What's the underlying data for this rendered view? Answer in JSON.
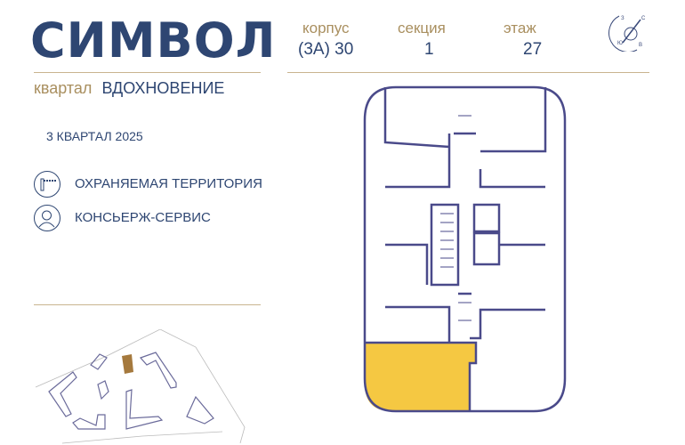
{
  "brand": {
    "logo": "СИМВОЛ",
    "district_prefix": "квартал",
    "district_name": "ВДОХНОВЕНИЕ"
  },
  "completion": "3 КВАРТАЛ 2025",
  "features": [
    {
      "icon": "barrier-icon",
      "label": "ОХРАНЯЕМАЯ ТЕРРИТОРИЯ"
    },
    {
      "icon": "concierge-icon",
      "label": "КОНСЬЕРЖ-СЕРВИС"
    }
  ],
  "header": {
    "building_label": "корпус",
    "building_value": "(3А) 30",
    "section_label": "секция",
    "section_value": "1",
    "floor_label": "этаж",
    "floor_value": "27"
  },
  "compass": {
    "n": "С",
    "e": "В",
    "s": "Ю",
    "w": "З"
  },
  "colors": {
    "navy": "#2e4672",
    "gold": "#a98f5f",
    "highlight": "#f2c94c",
    "plan": "#4a4a8a"
  }
}
